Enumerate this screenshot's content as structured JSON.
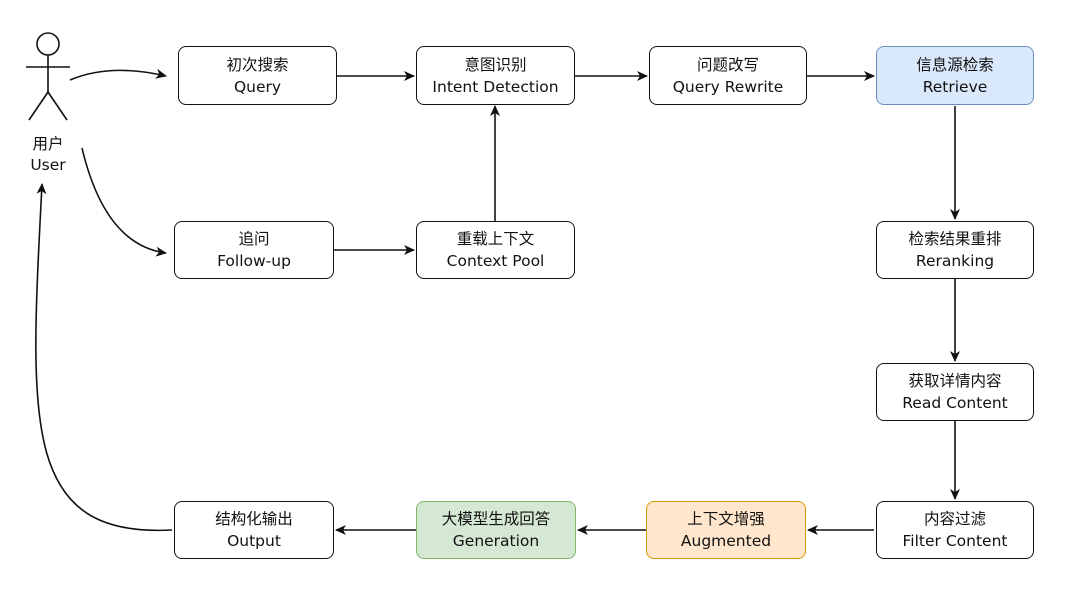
{
  "actor": {
    "icon": "stick-figure-icon",
    "label_cn": "用户",
    "label_en": "User"
  },
  "nodes": {
    "query": {
      "cn": "初次搜索",
      "en": "Query",
      "fill": "#ffffff",
      "stroke": "#111111"
    },
    "intent": {
      "cn": "意图识别",
      "en": "Intent Detection",
      "fill": "#ffffff",
      "stroke": "#111111"
    },
    "rewrite": {
      "cn": "问题改写",
      "en": "Query Rewrite",
      "fill": "#ffffff",
      "stroke": "#111111"
    },
    "retrieve": {
      "cn": "信息源检索",
      "en": "Retrieve",
      "fill": "#dae8fc",
      "stroke": "#6c8ebf"
    },
    "followup": {
      "cn": "追问",
      "en": "Follow-up",
      "fill": "#ffffff",
      "stroke": "#111111"
    },
    "context": {
      "cn": "重载上下文",
      "en": "Context Pool",
      "fill": "#ffffff",
      "stroke": "#111111"
    },
    "rerank": {
      "cn": "检索结果重排",
      "en": "Reranking",
      "fill": "#ffffff",
      "stroke": "#111111"
    },
    "read": {
      "cn": "获取详情内容",
      "en": "Read Content",
      "fill": "#ffffff",
      "stroke": "#111111"
    },
    "filter": {
      "cn": "内容过滤",
      "en": "Filter Content",
      "fill": "#ffffff",
      "stroke": "#111111"
    },
    "augmented": {
      "cn": "上下文增强",
      "en": "Augmented",
      "fill": "#ffe6cc",
      "stroke": "#d79b00"
    },
    "generation": {
      "cn": "大模型生成回答",
      "en": "Generation",
      "fill": "#d5e8d4",
      "stroke": "#82b366"
    },
    "output": {
      "cn": "结构化输出",
      "en": "Output",
      "fill": "#ffffff",
      "stroke": "#111111"
    }
  },
  "edges": [
    {
      "from": "user",
      "to": "query"
    },
    {
      "from": "user",
      "to": "followup"
    },
    {
      "from": "query",
      "to": "intent"
    },
    {
      "from": "intent",
      "to": "rewrite"
    },
    {
      "from": "rewrite",
      "to": "retrieve"
    },
    {
      "from": "followup",
      "to": "context"
    },
    {
      "from": "context",
      "to": "intent"
    },
    {
      "from": "retrieve",
      "to": "rerank"
    },
    {
      "from": "rerank",
      "to": "read"
    },
    {
      "from": "read",
      "to": "filter"
    },
    {
      "from": "filter",
      "to": "augmented"
    },
    {
      "from": "augmented",
      "to": "generation"
    },
    {
      "from": "generation",
      "to": "output"
    },
    {
      "from": "output",
      "to": "user"
    }
  ]
}
